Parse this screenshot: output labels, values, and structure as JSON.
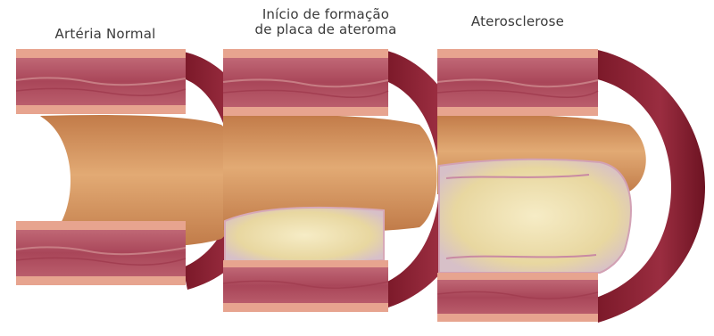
{
  "labels": {
    "normal": "Artéria Normal",
    "inicio_line1": "Início de formação",
    "inicio_line2": "de placa de ateroma",
    "aterosclerose": "Aterosclerose"
  },
  "colors": {
    "wall_face": "#b95a66",
    "wall_dark": "#8e2436",
    "intima": "#e7a48f",
    "lumen": "#d69a66",
    "plaque": "#efe2b2"
  }
}
